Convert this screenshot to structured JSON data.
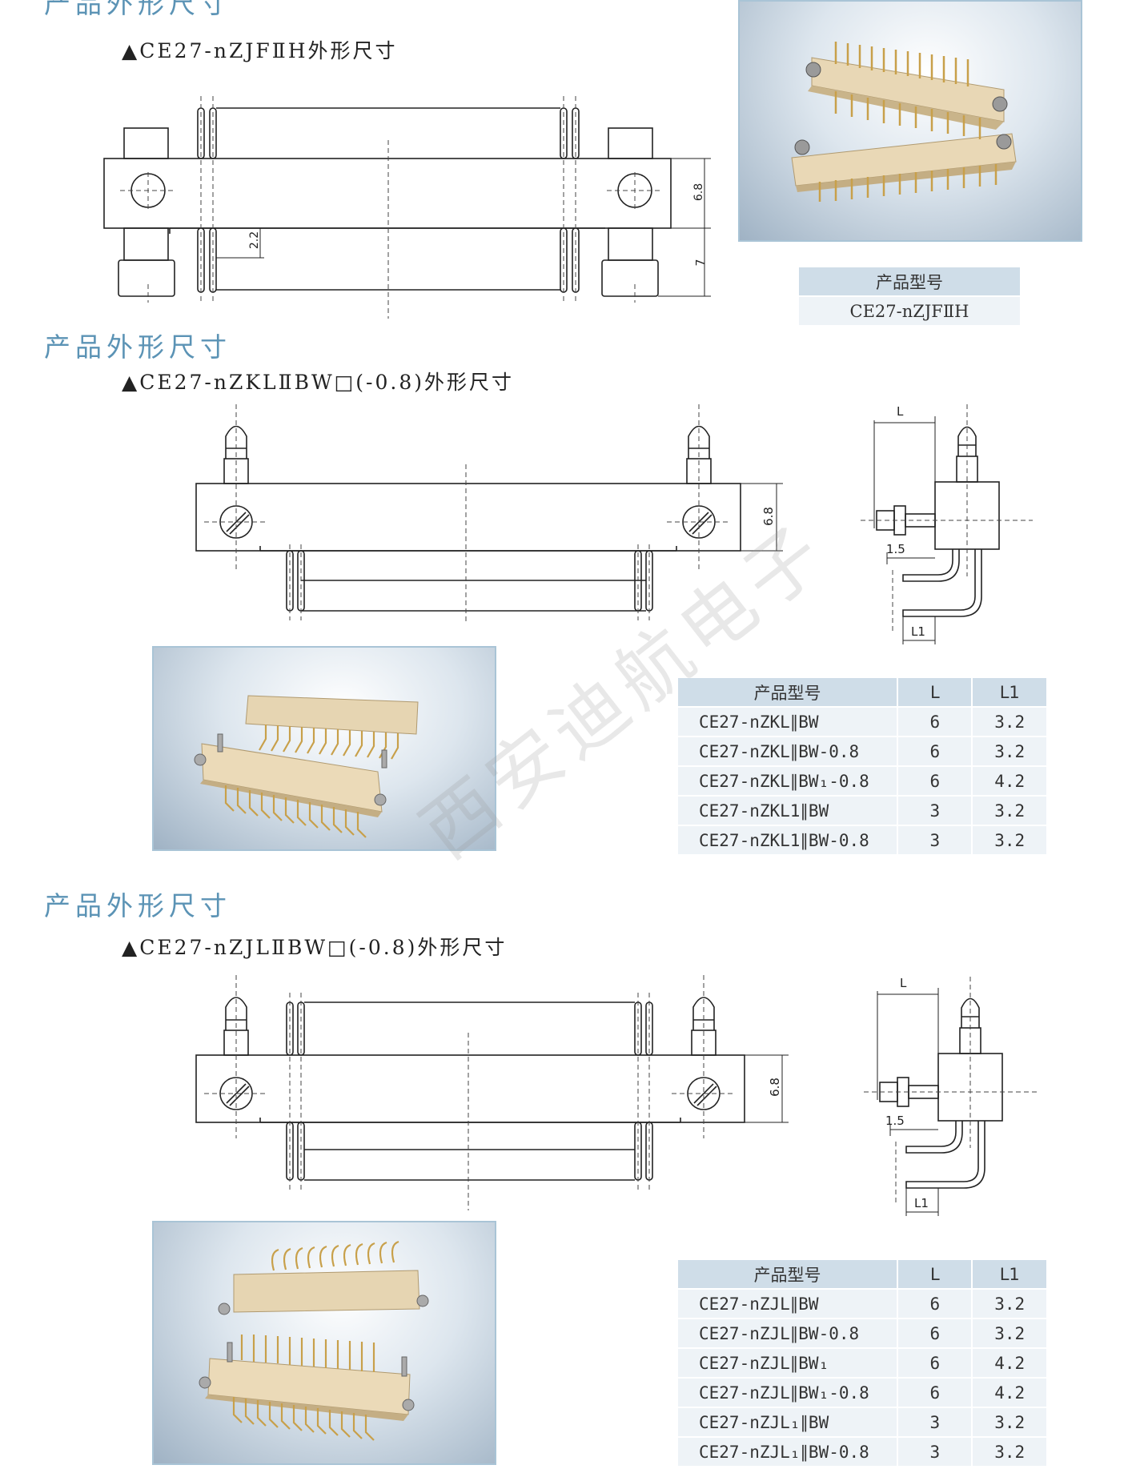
{
  "top": {
    "section_title_partial": "产品外形尺寸",
    "subtitle": "▲CE27-nZJFⅡH外形尺寸",
    "dims": {
      "d1": "6.8",
      "d2": "2.2",
      "d3": "7"
    },
    "table": {
      "header": "产品型号",
      "value": "CE27-nZJFⅡH"
    }
  },
  "section2": {
    "section_title": "产品外形尺寸",
    "subtitle": "▲CE27-nZKLⅡBW□(-0.8)外形尺寸",
    "dims": {
      "height": "6.8",
      "L": "L",
      "d15": "1.5",
      "L1": "L1"
    },
    "table": {
      "headers": [
        "产品型号",
        "L",
        "L1"
      ],
      "rows": [
        [
          "CE27-nZKL∥BW",
          "6",
          "3.2"
        ],
        [
          "CE27-nZKL∥BW-0.8",
          "6",
          "3.2"
        ],
        [
          "CE27-nZKL∥BW₁-0.8",
          "6",
          "4.2"
        ],
        [
          "CE27-nZKL1∥BW",
          "3",
          "3.2"
        ],
        [
          "CE27-nZKL1∥BW-0.8",
          "3",
          "3.2"
        ]
      ]
    }
  },
  "watermark": "西安迪航电子",
  "section3": {
    "section_title": "产品外形尺寸",
    "subtitle": "▲CE27-nZJLⅡBW□(-0.8)外形尺寸",
    "dims": {
      "height": "6.8",
      "L": "L",
      "d15": "1.5",
      "L1": "L1"
    },
    "table": {
      "headers": [
        "产品型号",
        "L",
        "L1"
      ],
      "rows": [
        [
          "CE27-nZJL∥BW",
          "6",
          "3.2"
        ],
        [
          "CE27-nZJL∥BW-0.8",
          "6",
          "3.2"
        ],
        [
          "CE27-nZJL∥BW₁",
          "6",
          "4.2"
        ],
        [
          "CE27-nZJL∥BW₁-0.8",
          "6",
          "4.2"
        ],
        [
          "CE27-nZJL₁∥BW",
          "3",
          "3.2"
        ],
        [
          "CE27-nZJL₁∥BW-0.8",
          "3",
          "3.2"
        ]
      ]
    }
  }
}
